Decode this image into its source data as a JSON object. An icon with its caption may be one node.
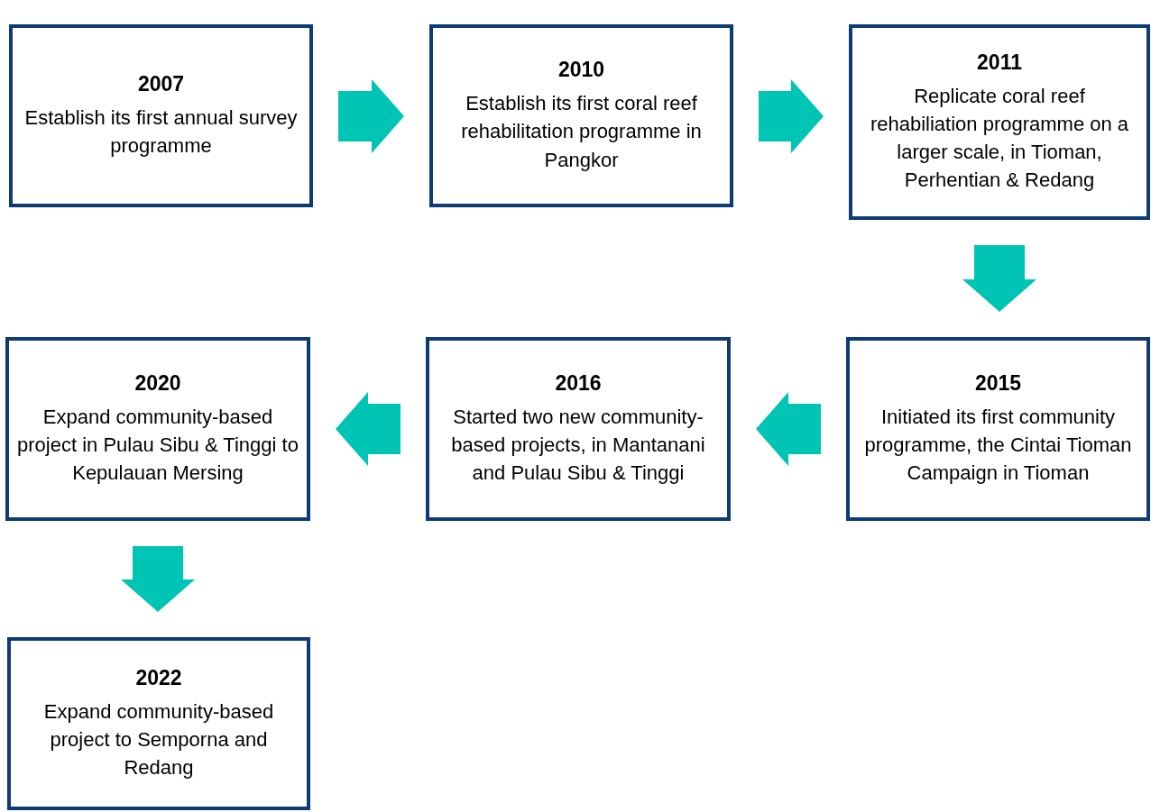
{
  "diagram": {
    "nodes": [
      {
        "text": [
          "2007",
          "Establish its first annual survey programme"
        ]
      },
      {
        "text": [
          "2010",
          "Establish its first coral reef rehabilitation programme in Pangkor"
        ]
      },
      {
        "text": [
          "2011",
          "Replicate coral reef rehabiliation programme on a larger scale, in Tioman, Perhentian & Redang"
        ]
      },
      {
        "text": [
          "2015",
          "Initiated its first community programme, the Cintai Tioman Campaign in Tioman"
        ]
      },
      {
        "text": [
          "2016",
          "Started two new community-based projects, in Mantanani and Pulau Sibu & Tinggi"
        ]
      },
      {
        "text": [
          "2020",
          "Expand community-based project in Pulau Sibu & Tinggi to Kepulauan Mersing"
        ]
      },
      {
        "text": [
          "2022",
          "Expand community-based project to Semporna and Redang"
        ]
      }
    ],
    "edges": [
      {
        "from": 0,
        "to": 1,
        "arrow": "to"
      },
      {
        "from": 1,
        "to": 2,
        "arrow": "to"
      },
      {
        "from": 2,
        "to": 3,
        "arrow": "to"
      },
      {
        "from": 3,
        "to": 4,
        "arrow": "to"
      },
      {
        "from": 4,
        "to": 5,
        "arrow": "to"
      },
      {
        "from": 5,
        "to": 6,
        "arrow": "to"
      }
    ]
  }
}
